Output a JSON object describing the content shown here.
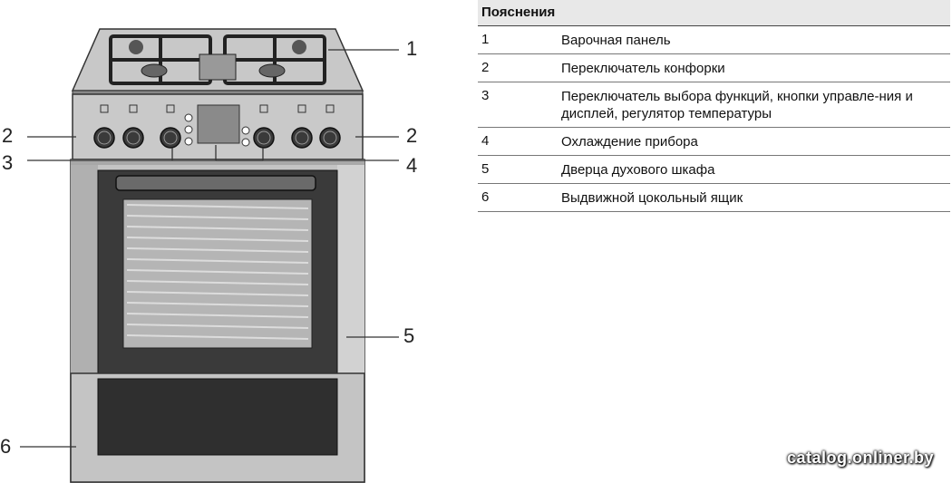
{
  "legend": {
    "title": "Пояснения",
    "rows": [
      {
        "num": "1",
        "text": "Варочная панель"
      },
      {
        "num": "2",
        "text": "Переключатель конфорки"
      },
      {
        "num": "3",
        "text": "Переключатель выбора функций, кнопки управле-ния и дисплей, регулятор температуры"
      },
      {
        "num": "4",
        "text": "Охлаждение прибора"
      },
      {
        "num": "5",
        "text": "Дверца духового шкафа"
      },
      {
        "num": "6",
        "text": "Выдвижной цокольный ящик"
      }
    ]
  },
  "callouts": {
    "c1": "1",
    "c2_left": "2",
    "c2_right": "2",
    "c3": "3",
    "c4": "4",
    "c5": "5",
    "c6": "6"
  },
  "watermark": "catalog.onliner.by",
  "colors": {
    "steel": "#b7b7b7",
    "dark": "#2e2e2e",
    "line": "#333333"
  }
}
